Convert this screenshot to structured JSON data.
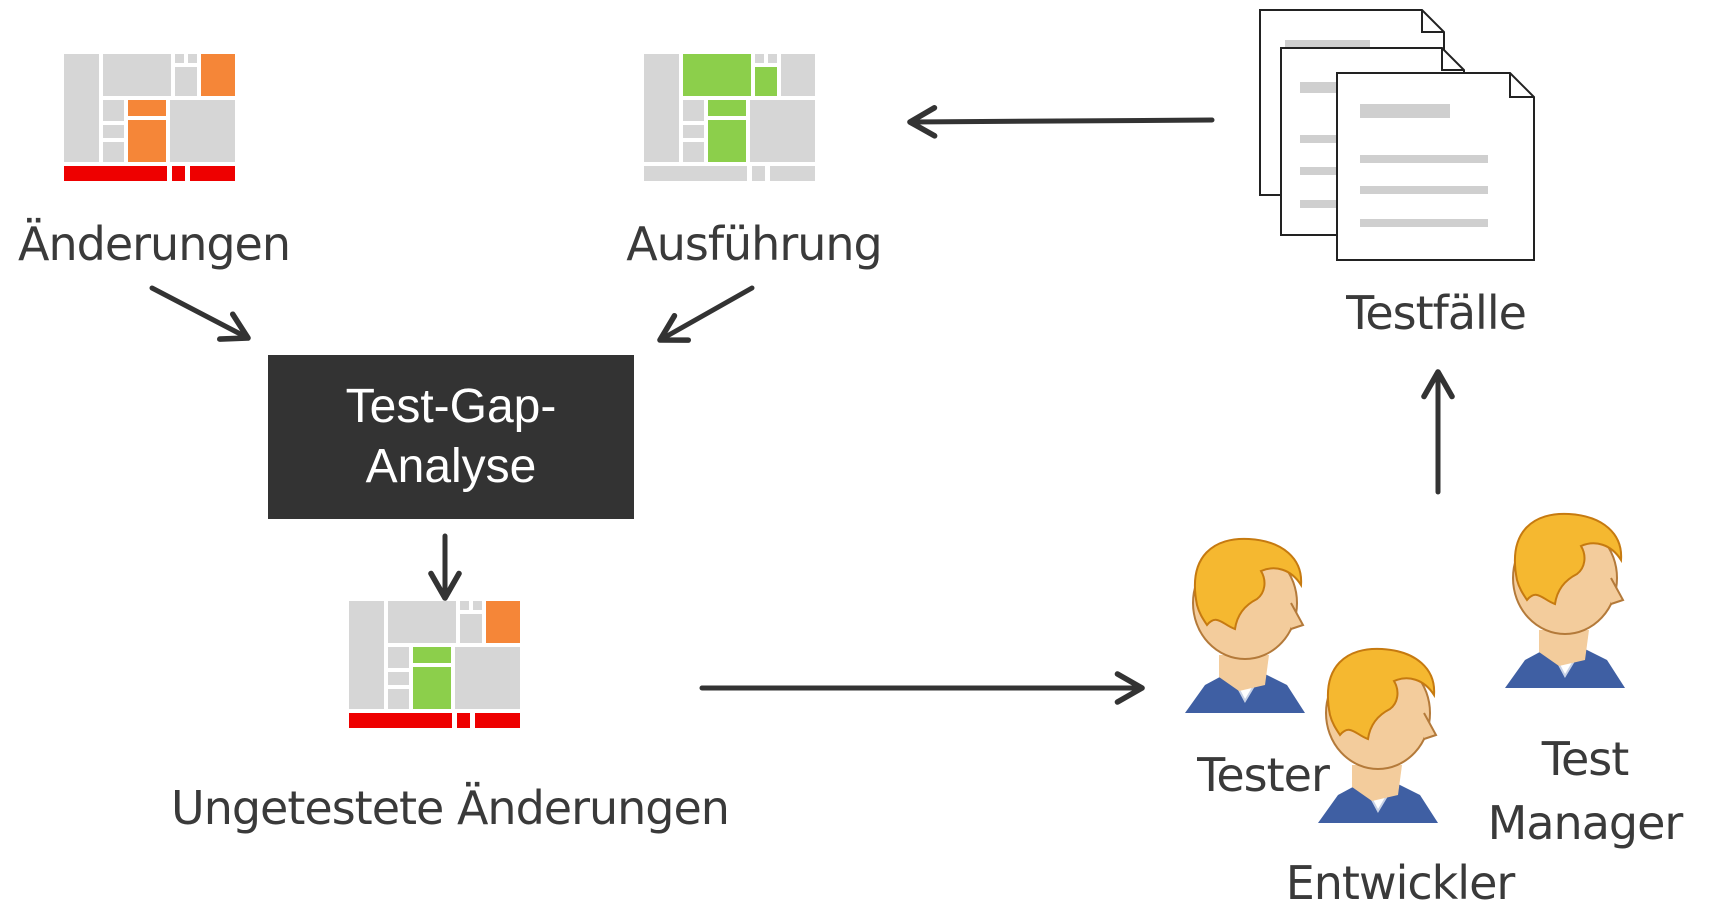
{
  "nodes": {
    "changes": {
      "label": "Änderungen"
    },
    "execution": {
      "label": "Ausführung"
    },
    "analysis": {
      "line1": "Test-Gap-",
      "line2": "Analyse"
    },
    "untested": {
      "label": "Ungetestete Änderungen"
    },
    "test_cases": {
      "label": "Testfälle"
    },
    "tester": {
      "label": "Tester"
    },
    "developer": {
      "label": "Entwickler"
    },
    "test_manager": {
      "line1": "Test",
      "line2": "Manager"
    }
  },
  "colors": {
    "treemap_gray": "#d6d6d6",
    "changed_orange": "#f58638",
    "tested_green": "#8ccf4b",
    "untested_red": "#ee0000",
    "box_dark": "#333333",
    "arrow": "#333333",
    "text": "#3a3a3a",
    "hair": "#f5b830",
    "skin": "#f3cc9c",
    "shirt": "#3f5fa3"
  },
  "icons": [
    "treemap-icon",
    "document-stack-icon",
    "person-icon"
  ]
}
